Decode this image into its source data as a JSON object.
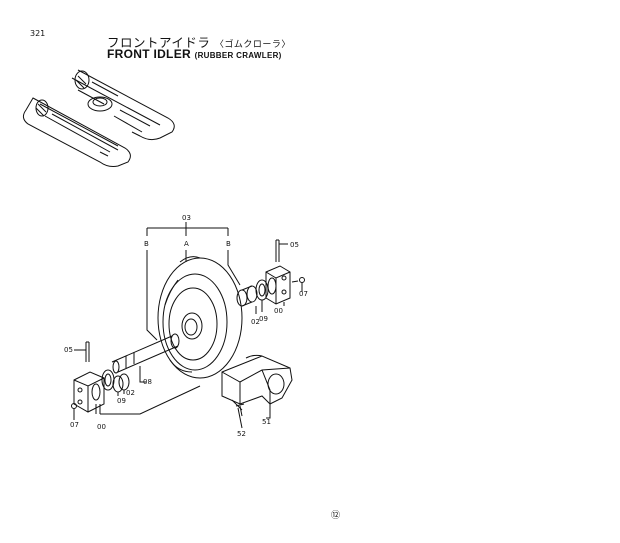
{
  "page": {
    "number": "321",
    "title_jp": "フロントアイドラ",
    "title_jp_sub": "〈ゴムクローラ〉",
    "title_en": "FRONT IDLER",
    "title_en_sub": "(RUBBER CRAWLER)",
    "corner_mark": "⑫"
  },
  "callouts": {
    "c03": "03",
    "cA": "A",
    "cB_left": "B",
    "cB_right": "B",
    "c05_top": "05",
    "c07_right": "07",
    "c00_right": "00",
    "c09_right": "09",
    "c02_right": "02",
    "c05_left": "05",
    "c08": "08",
    "c09_left": "09",
    "c02_left": "02",
    "c07_left": "07",
    "c00_left": "00",
    "c52": "52",
    "c51": "51"
  }
}
